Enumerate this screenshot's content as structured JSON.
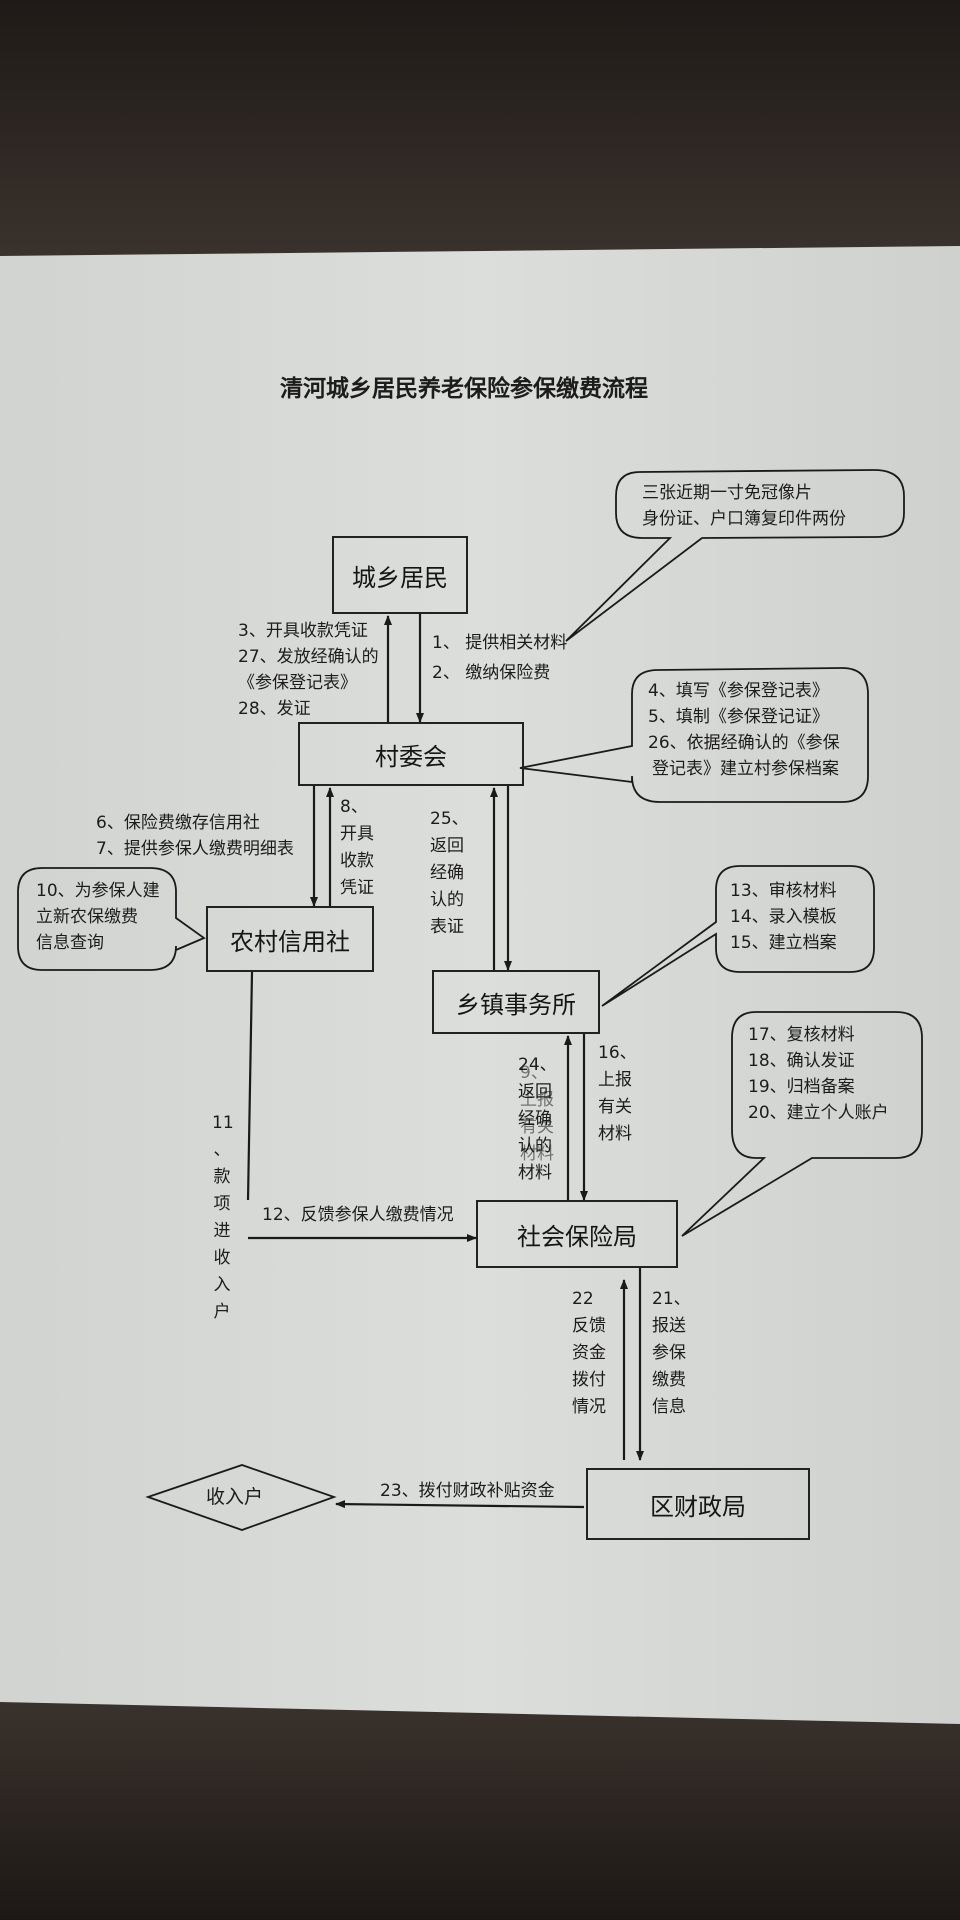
{
  "title": "清河城乡居民养老保险参保缴费流程",
  "nodes": {
    "residents": "城乡居民",
    "village": "村委会",
    "credit": "农村信用社",
    "township": "乡镇事务所",
    "bureau": "社会保险局",
    "finance": "区财政局",
    "income": "收入户"
  },
  "callouts": {
    "photos": [
      "三张近期一寸免冠像片",
      "身份证、户口簿复印件两份"
    ],
    "village_tasks": [
      "4、填写《参保登记表》",
      "5、填制《参保登记证》",
      "26、依据经确认的《参保",
      "登记表》建立村参保档案"
    ],
    "credit_tasks": [
      "10、为参保人建",
      "立新农保缴费",
      "信息查询"
    ],
    "township_tasks": [
      "13、审核材料",
      "14、录入模板",
      "15、建立档案"
    ],
    "bureau_tasks": [
      "17、复核材料",
      "18、确认发证",
      "19、归档备案",
      "20、建立个人账户"
    ]
  },
  "labels": {
    "step_3_27_28": [
      "3、开具收款凭证",
      "27、发放经确认的",
      "《参保登记表》",
      "28、发证"
    ],
    "step_1_2": [
      "1、 提供相关材料",
      "2、 缴纳保险费"
    ],
    "step_6_7": [
      "6、保险费缴存信用社",
      "7、提供参保人缴费明细表"
    ],
    "step_8": [
      "8、",
      "开具",
      "收款",
      "凭证"
    ],
    "step_25": [
      "25、",
      "返回",
      "经确",
      "认的",
      "表证"
    ],
    "step_24": [
      "24、",
      "返回",
      "经确",
      "认的",
      "材料"
    ],
    "step_9_overlay": [
      "9、",
      "上报",
      "有关",
      "材料"
    ],
    "step_16": [
      "16、",
      "上报",
      "有关",
      "材料"
    ],
    "step_11": [
      "11",
      "、",
      "款",
      "项",
      "进",
      "收",
      "入",
      "户"
    ],
    "step_12": "12、反馈参保人缴费情况",
    "step_22": [
      "22",
      "反馈",
      "资金",
      "拨付",
      "情况"
    ],
    "step_21": [
      "21、",
      "报送",
      "参保",
      "缴费",
      "信息"
    ],
    "step_23": "23、拨付财政补贴资金"
  }
}
